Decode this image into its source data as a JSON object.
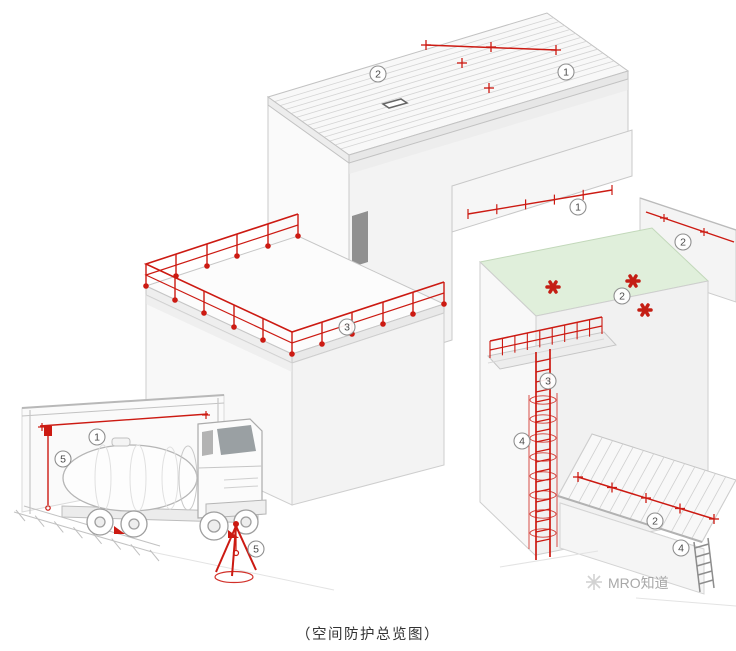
{
  "caption": "（空间防护总览图）",
  "watermark": {
    "text": "MRO知道"
  },
  "colors": {
    "safety_red": "#cc1a12",
    "roof_green": "#e0efdb",
    "line_gray": "#c8c8c8",
    "marker_gray": "#8f8f8f"
  },
  "markers": [
    {
      "id": "roof-horizontal-lifeline",
      "num": "2"
    },
    {
      "id": "roof-edge-anchor",
      "num": "1"
    },
    {
      "id": "parapet-lifeline",
      "num": "1"
    },
    {
      "id": "right-roof-lifeline",
      "num": "2"
    },
    {
      "id": "green-roof-anchor-points",
      "num": "2"
    },
    {
      "id": "roof-edge-guardrail",
      "num": "3"
    },
    {
      "id": "platform-guardrail",
      "num": "3"
    },
    {
      "id": "caged-ladder",
      "num": "4"
    },
    {
      "id": "corrugated-roof-lifeline",
      "num": "2"
    },
    {
      "id": "eave-ladder",
      "num": "4"
    },
    {
      "id": "loading-rail-lifeline",
      "num": "1"
    },
    {
      "id": "vertical-retractable-lifeline",
      "num": "5"
    },
    {
      "id": "tripod-anchor",
      "num": "5"
    }
  ]
}
